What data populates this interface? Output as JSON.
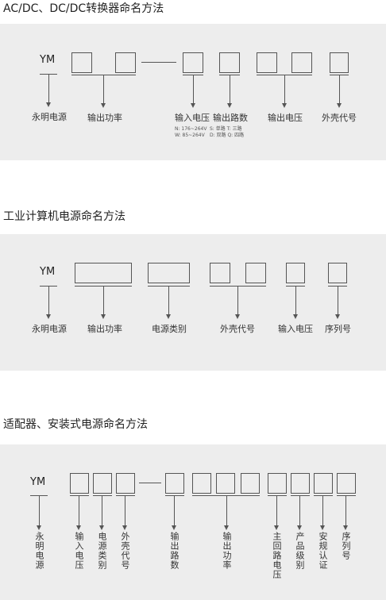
{
  "section1": {
    "title": "AC/DC、DC/DC转换器命名方法",
    "prefix": "YM",
    "labels": [
      "永明电源",
      "输出功率",
      "输入电压",
      "输出路数",
      "输出电压",
      "外壳代号"
    ],
    "notes": {
      "voltage_n": "N: 176~264V",
      "voltage_w": "W: 85~264V",
      "output_s": "S: 单路 T: 三路",
      "output_d": "D: 双路 Q: 四路"
    }
  },
  "section2": {
    "title": "工业计算机电源命名方法",
    "prefix": "YM",
    "labels": [
      "永明电源",
      "输出功率",
      "电源类别",
      "外壳代号",
      "输入电压",
      "序列号"
    ]
  },
  "section3": {
    "title": "适配器、安装式电源命名方法",
    "prefix": "YM",
    "labels": [
      "永明电源",
      "输入电压",
      "电源类别",
      "外壳代号",
      "输出路数",
      "输出功率",
      "主回路电压",
      "产品级别",
      "安规认证",
      "序列号"
    ]
  }
}
